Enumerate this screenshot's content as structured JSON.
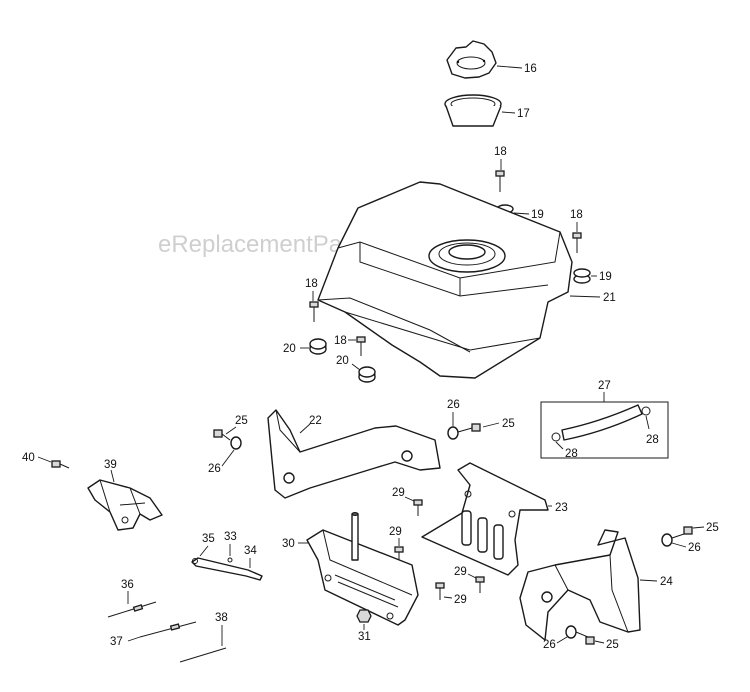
{
  "watermark": "eReplacementParts.com",
  "labels": {
    "l16": "16",
    "l17": "17",
    "l18a": "18",
    "l18b": "18",
    "l18c": "18",
    "l18d": "18",
    "l19a": "19",
    "l19b": "19",
    "l20a": "20",
    "l20b": "20",
    "l21": "21",
    "l22": "22",
    "l23": "23",
    "l24": "24",
    "l25a": "25",
    "l25b": "25",
    "l25c": "25",
    "l25d": "25",
    "l26a": "26",
    "l26b": "26",
    "l26c": "26",
    "l26d": "26",
    "l27": "27",
    "l28a": "28",
    "l28b": "28",
    "l29a": "29",
    "l29b": "29",
    "l29c": "29",
    "l29d": "29",
    "l30": "30",
    "l31": "31",
    "l33": "33",
    "l34": "34",
    "l35": "35",
    "l36": "36",
    "l37": "37",
    "l38": "38",
    "l39": "39",
    "l40": "40"
  }
}
